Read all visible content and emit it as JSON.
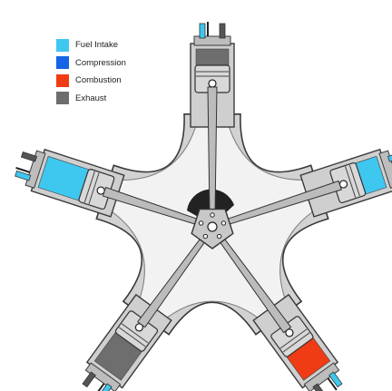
{
  "legend": [
    {
      "label": "Fuel Intake",
      "color": "#3ec8f0"
    },
    {
      "label": "Compression",
      "color": "#1464e6"
    },
    {
      "label": "Combustion",
      "color": "#f03c14"
    },
    {
      "label": "Exhaust",
      "color": "#6e6e6e"
    }
  ],
  "cylinders": [
    {
      "stage": "Exhaust"
    },
    {
      "stage": "Fuel Intake"
    },
    {
      "stage": "Combustion"
    },
    {
      "stage": "Exhaust"
    },
    {
      "stage": "Fuel Intake"
    }
  ],
  "colors": {
    "housing": "#d2d2d2",
    "housing_stroke": "#3a3a3a",
    "cavity": "#f2f2f2",
    "rod": "#bcbcbc",
    "piston": "#d8d8d8",
    "crank_shadow": "#222222"
  }
}
